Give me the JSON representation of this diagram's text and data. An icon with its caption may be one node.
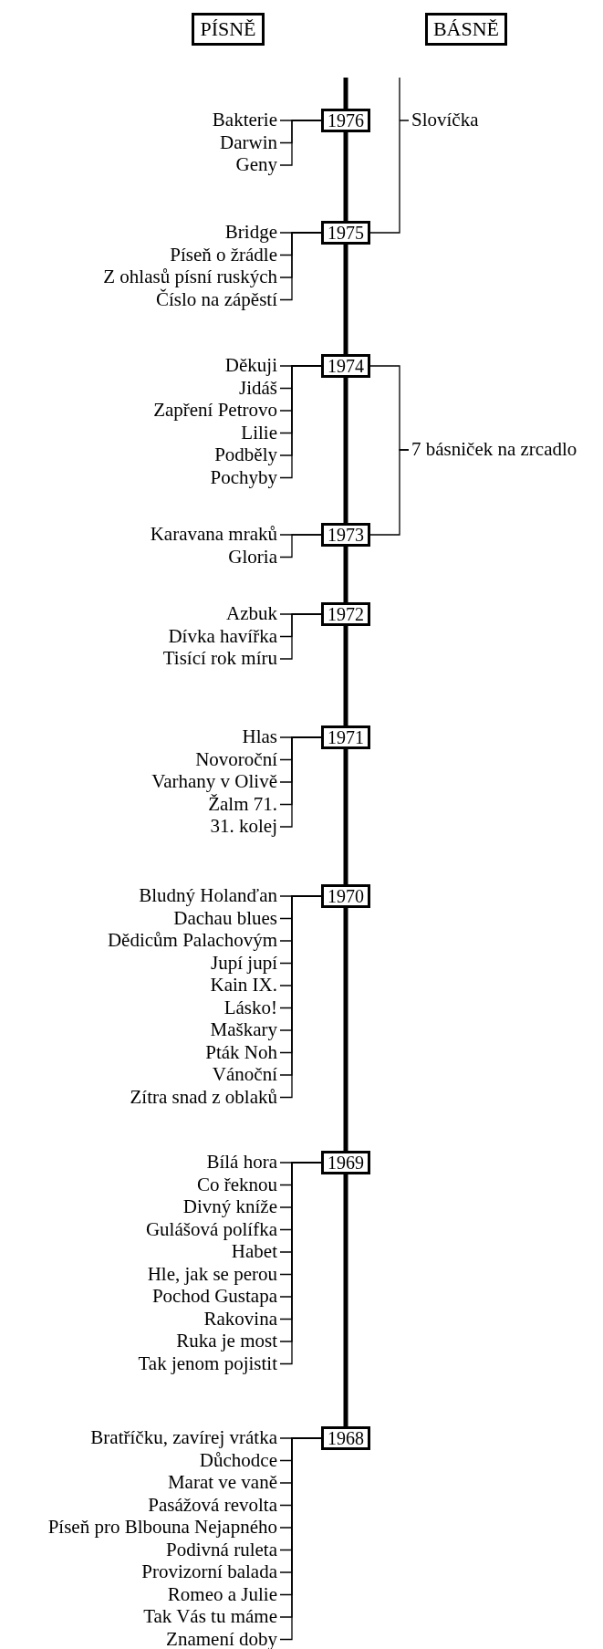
{
  "diagram": {
    "nodes": [
      {
        "text": [
          "PÍSNĚ"
        ]
      },
      {
        "text": [
          "BÁSNĚ"
        ]
      },
      {
        "text": [
          "1976"
        ]
      },
      {
        "text": [
          "Bakterie"
        ]
      },
      {
        "text": [
          "Darwin"
        ]
      },
      {
        "text": [
          "Geny"
        ]
      },
      {
        "text": [
          "Slovíčka"
        ]
      },
      {
        "text": [
          "1975"
        ]
      },
      {
        "text": [
          "Bridge"
        ]
      },
      {
        "text": [
          "Píseň o žrádle"
        ]
      },
      {
        "text": [
          "Z ohlasů písní ruských"
        ]
      },
      {
        "text": [
          "Číslo na zápěstí"
        ]
      },
      {
        "text": [
          "1974"
        ]
      },
      {
        "text": [
          "Děkuji"
        ]
      },
      {
        "text": [
          "Jidáš"
        ]
      },
      {
        "text": [
          "Zapření Petrovo"
        ]
      },
      {
        "text": [
          "Lilie"
        ]
      },
      {
        "text": [
          "Podběly"
        ]
      },
      {
        "text": [
          "Pochyby"
        ]
      },
      {
        "text": [
          "7 básniček na zrcadlo"
        ]
      },
      {
        "text": [
          "1973"
        ]
      },
      {
        "text": [
          "Karavana mraků"
        ]
      },
      {
        "text": [
          "Gloria"
        ]
      },
      {
        "text": [
          "1972"
        ]
      },
      {
        "text": [
          "Azbuk"
        ]
      },
      {
        "text": [
          "Dívka havířka"
        ]
      },
      {
        "text": [
          "Tisící rok míru"
        ]
      },
      {
        "text": [
          "1971"
        ]
      },
      {
        "text": [
          "Hlas"
        ]
      },
      {
        "text": [
          "Novoroční"
        ]
      },
      {
        "text": [
          "Varhany v Olivě"
        ]
      },
      {
        "text": [
          "Žalm 71."
        ]
      },
      {
        "text": [
          "31. kolej"
        ]
      },
      {
        "text": [
          "1970"
        ]
      },
      {
        "text": [
          "Bludný Holanďan"
        ]
      },
      {
        "text": [
          "Dachau blues"
        ]
      },
      {
        "text": [
          "Dědicům Palachovým"
        ]
      },
      {
        "text": [
          "Jupí jupí"
        ]
      },
      {
        "text": [
          "Kain IX."
        ]
      },
      {
        "text": [
          "Lásko!"
        ]
      },
      {
        "text": [
          "Maškary"
        ]
      },
      {
        "text": [
          "Pták Noh"
        ]
      },
      {
        "text": [
          "Vánoční"
        ]
      },
      {
        "text": [
          "Zítra snad z oblaků"
        ]
      },
      {
        "text": [
          "1969"
        ]
      },
      {
        "text": [
          "Bílá hora"
        ]
      },
      {
        "text": [
          "Co řeknou"
        ]
      },
      {
        "text": [
          "Divný kníže"
        ]
      },
      {
        "text": [
          "Gulášová polífka"
        ]
      },
      {
        "text": [
          "Habet"
        ]
      },
      {
        "text": [
          "Hle, jak se perou"
        ]
      },
      {
        "text": [
          "Pochod Gustapa"
        ]
      },
      {
        "text": [
          "Rakovina"
        ]
      },
      {
        "text": [
          "Ruka je most"
        ]
      },
      {
        "text": [
          "Tak jenom pojistit"
        ]
      },
      {
        "text": [
          "1968"
        ]
      },
      {
        "text": [
          "Bratříčku, zavírej vrátka"
        ]
      },
      {
        "text": [
          "Důchodce"
        ]
      },
      {
        "text": [
          "Marat ve vaně"
        ]
      },
      {
        "text": [
          "Pasážová revolta"
        ]
      },
      {
        "text": [
          "Píseň pro Blbouna Nejapného"
        ]
      },
      {
        "text": [
          "Podivná ruleta"
        ]
      },
      {
        "text": [
          "Provizorní balada"
        ]
      },
      {
        "text": [
          "Romeo a Julie"
        ]
      },
      {
        "text": [
          "Tak Vás tu máme"
        ]
      },
      {
        "text": [
          "Znamení doby"
        ]
      }
    ],
    "edges": [
      {
        "from": null,
        "to": 2,
        "arrow": "none",
        "style": "thick"
      },
      {
        "from": 2,
        "to": 7,
        "arrow": "none",
        "style": "thick"
      },
      {
        "from": 7,
        "to": 12,
        "arrow": "none",
        "style": "thick"
      },
      {
        "from": 12,
        "to": 20,
        "arrow": "none",
        "style": "thick"
      },
      {
        "from": 20,
        "to": 23,
        "arrow": "none",
        "style": "thick"
      },
      {
        "from": 23,
        "to": 27,
        "arrow": "none",
        "style": "thick"
      },
      {
        "from": 27,
        "to": 33,
        "arrow": "none",
        "style": "thick"
      },
      {
        "from": 33,
        "to": 44,
        "arrow": "none",
        "style": "thick"
      },
      {
        "from": 44,
        "to": 55,
        "arrow": "none",
        "style": "thick"
      },
      {
        "from": 7,
        "to": 6,
        "arrow": "none"
      },
      {
        "from": 12,
        "to": 19,
        "arrow": "none"
      },
      {
        "from": 20,
        "to": 19,
        "arrow": "none"
      },
      {
        "from": 2,
        "to": 3,
        "arrow": "none"
      },
      {
        "from": 2,
        "to": 4,
        "arrow": "none"
      },
      {
        "from": 2,
        "to": 5,
        "arrow": "none"
      },
      {
        "from": 7,
        "to": 8,
        "arrow": "none"
      },
      {
        "from": 7,
        "to": 9,
        "arrow": "none"
      },
      {
        "from": 7,
        "to": 10,
        "arrow": "none"
      },
      {
        "from": 7,
        "to": 11,
        "arrow": "none"
      },
      {
        "from": 12,
        "to": 13,
        "arrow": "none"
      },
      {
        "from": 12,
        "to": 14,
        "arrow": "none"
      },
      {
        "from": 12,
        "to": 15,
        "arrow": "none"
      },
      {
        "from": 12,
        "to": 16,
        "arrow": "none"
      },
      {
        "from": 12,
        "to": 17,
        "arrow": "none"
      },
      {
        "from": 12,
        "to": 18,
        "arrow": "none"
      },
      {
        "from": 20,
        "to": 21,
        "arrow": "none"
      },
      {
        "from": 20,
        "to": 22,
        "arrow": "none"
      },
      {
        "from": 23,
        "to": 24,
        "arrow": "none"
      },
      {
        "from": 23,
        "to": 25,
        "arrow": "none"
      },
      {
        "from": 23,
        "to": 26,
        "arrow": "none"
      },
      {
        "from": 27,
        "to": 28,
        "arrow": "none"
      },
      {
        "from": 27,
        "to": 29,
        "arrow": "none"
      },
      {
        "from": 27,
        "to": 30,
        "arrow": "none"
      },
      {
        "from": 27,
        "to": 31,
        "arrow": "none"
      },
      {
        "from": 27,
        "to": 32,
        "arrow": "none"
      },
      {
        "from": 33,
        "to": 34,
        "arrow": "none"
      },
      {
        "from": 33,
        "to": 35,
        "arrow": "none"
      },
      {
        "from": 33,
        "to": 36,
        "arrow": "none"
      },
      {
        "from": 33,
        "to": 37,
        "arrow": "none"
      },
      {
        "from": 33,
        "to": 38,
        "arrow": "none"
      },
      {
        "from": 33,
        "to": 39,
        "arrow": "none"
      },
      {
        "from": 33,
        "to": 40,
        "arrow": "none"
      },
      {
        "from": 33,
        "to": 41,
        "arrow": "none"
      },
      {
        "from": 33,
        "to": 42,
        "arrow": "none"
      },
      {
        "from": 33,
        "to": 43,
        "arrow": "none"
      },
      {
        "from": 44,
        "to": 45,
        "arrow": "none"
      },
      {
        "from": 44,
        "to": 46,
        "arrow": "none"
      },
      {
        "from": 44,
        "to": 47,
        "arrow": "none"
      },
      {
        "from": 44,
        "to": 48,
        "arrow": "none"
      },
      {
        "from": 44,
        "to": 49,
        "arrow": "none"
      },
      {
        "from": 44,
        "to": 50,
        "arrow": "none"
      },
      {
        "from": 44,
        "to": 51,
        "arrow": "none"
      },
      {
        "from": 44,
        "to": 52,
        "arrow": "none"
      },
      {
        "from": 44,
        "to": 53,
        "arrow": "none"
      },
      {
        "from": 44,
        "to": 54,
        "arrow": "none"
      },
      {
        "from": 55,
        "to": 56,
        "arrow": "none"
      },
      {
        "from": 55,
        "to": 57,
        "arrow": "none"
      },
      {
        "from": 55,
        "to": 58,
        "arrow": "none"
      },
      {
        "from": 55,
        "to": 59,
        "arrow": "none"
      },
      {
        "from": 55,
        "to": 60,
        "arrow": "none"
      },
      {
        "from": 55,
        "to": 61,
        "arrow": "none"
      },
      {
        "from": 55,
        "to": 62,
        "arrow": "none"
      },
      {
        "from": 55,
        "to": 63,
        "arrow": "none"
      },
      {
        "from": 55,
        "to": 64,
        "arrow": "none"
      },
      {
        "from": 55,
        "to": 65,
        "arrow": "none"
      }
    ]
  }
}
